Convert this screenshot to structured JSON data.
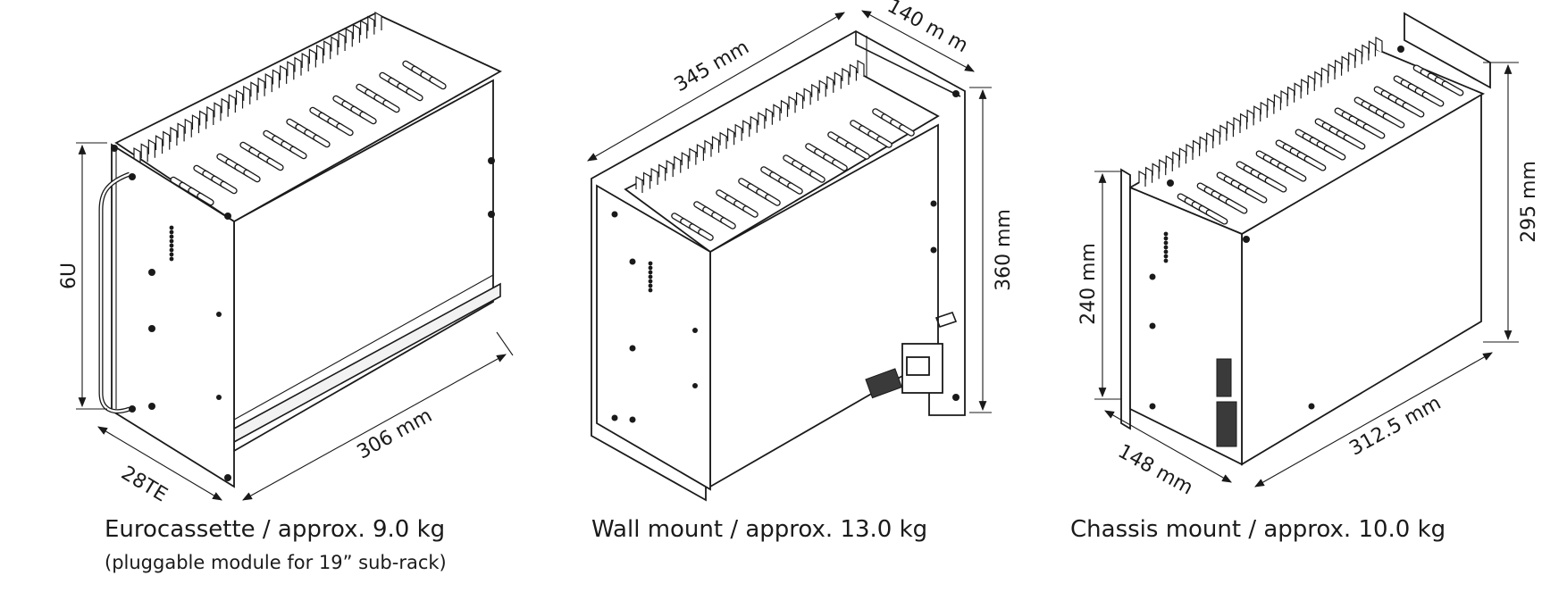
{
  "devices": [
    {
      "id": "eurocassette",
      "caption": "Eurocassette / approx. 9.0 kg",
      "subcaption": "(pluggable module for 19” sub-rack)",
      "dimensions": {
        "height": "6U",
        "width": "28TE",
        "depth": "306 mm"
      }
    },
    {
      "id": "wall-mount",
      "caption": "Wall mount / approx. 13.0 kg",
      "dimensions": {
        "depth": "345 mm",
        "width": "140 m m",
        "height": "360 mm"
      }
    },
    {
      "id": "chassis-mount",
      "caption": "Chassis mount / approx. 10.0 kg",
      "dimensions": {
        "height_front": "240 mm",
        "height_rear": "295 mm",
        "width": "148 mm",
        "depth": "312.5 mm"
      }
    }
  ],
  "colors": {
    "ink": "#1a1a1a",
    "background": "#ffffff"
  }
}
